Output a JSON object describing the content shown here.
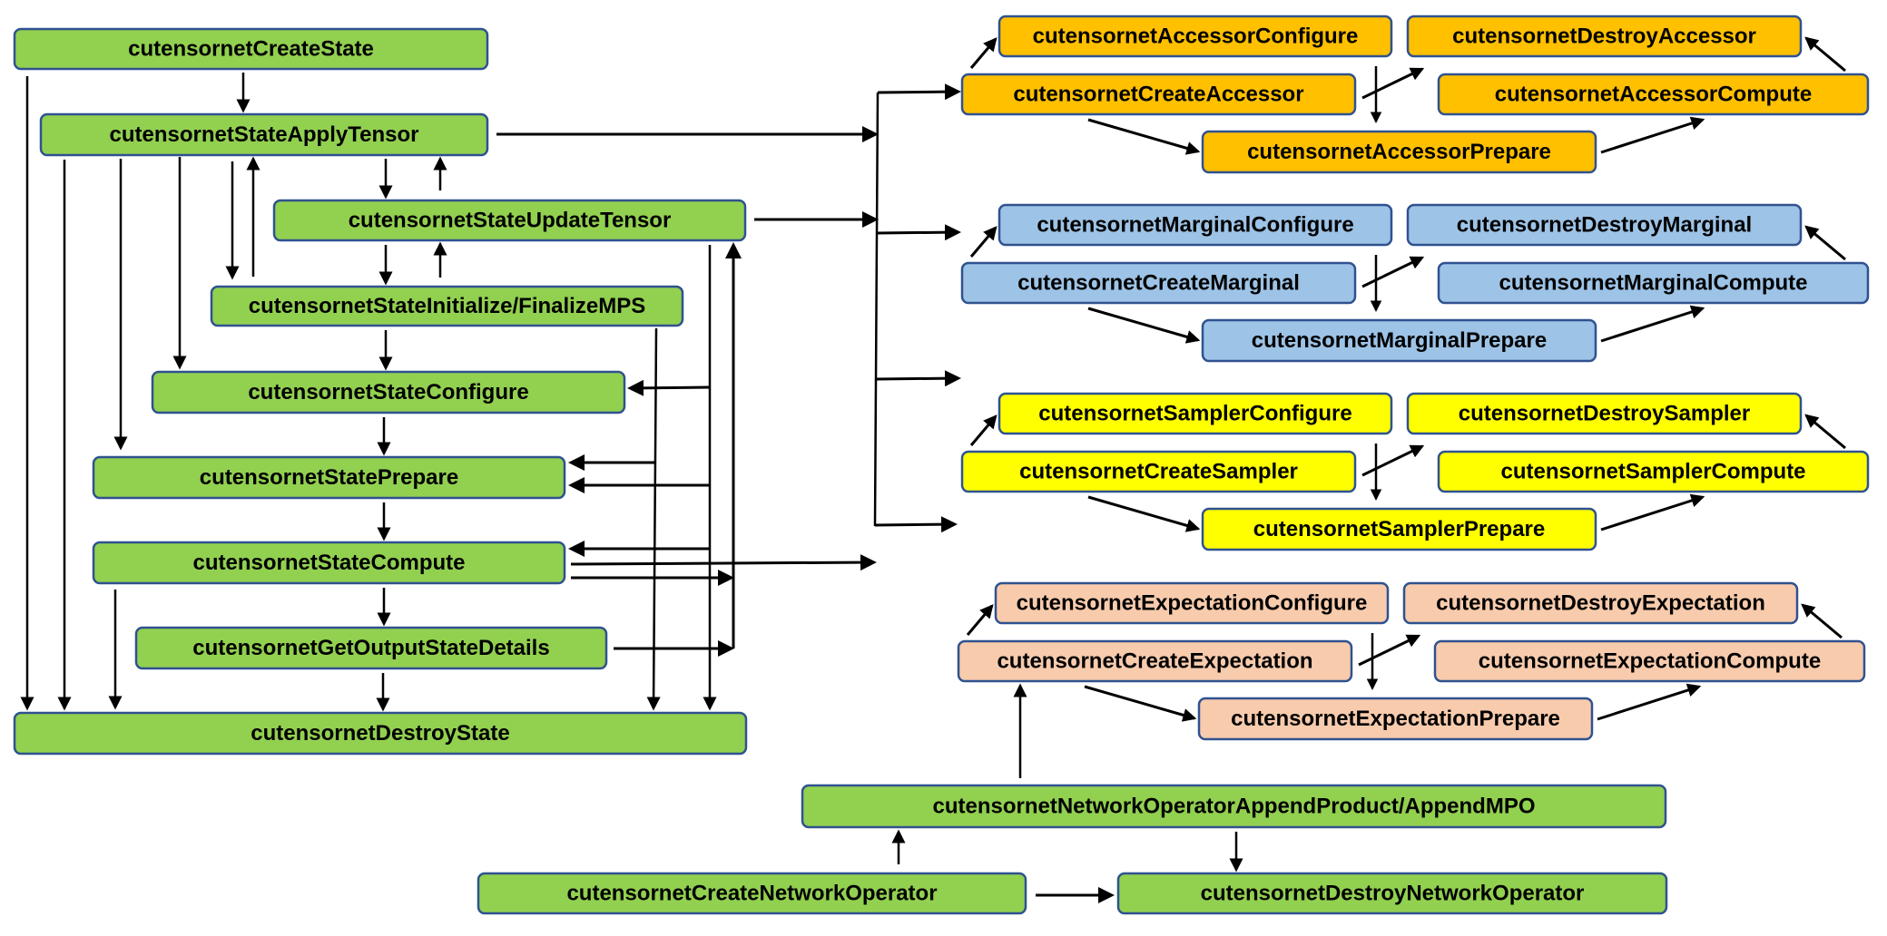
{
  "diagram": {
    "colors": {
      "state": "#92D050",
      "accessor": "#FFC000",
      "marginal": "#9DC3E6",
      "sampler": "#FFFF00",
      "expectation": "#F8CBAD",
      "operator": "#92D050",
      "border": "#2F528F",
      "arrow": "#000000"
    },
    "state_nodes": {
      "create_state": "cutensornetCreateState",
      "apply_tensor": "cutensornetStateApplyTensor",
      "update_tensor": "cutensornetStateUpdateTensor",
      "initialize_finalize_mps": "cutensornetStateInitialize/FinalizeMPS",
      "configure": "cutensornetStateConfigure",
      "prepare": "cutensornetStatePrepare",
      "compute": "cutensornetStateCompute",
      "get_output_state_details": "cutensornetGetOutputStateDetails",
      "destroy_state": "cutensornetDestroyState"
    },
    "groups": [
      {
        "id": "accessor",
        "configure": "cutensornetAccessorConfigure",
        "destroy": "cutensornetDestroyAccessor",
        "create": "cutensornetCreateAccessor",
        "compute": "cutensornetAccessorCompute",
        "prepare": "cutensornetAccessorPrepare"
      },
      {
        "id": "marginal",
        "configure": "cutensornetMarginalConfigure",
        "destroy": "cutensornetDestroyMarginal",
        "create": "cutensornetCreateMarginal",
        "compute": "cutensornetMarginalCompute",
        "prepare": "cutensornetMarginalPrepare"
      },
      {
        "id": "sampler",
        "configure": "cutensornetSamplerConfigure",
        "destroy": "cutensornetDestroySampler",
        "create": "cutensornetCreateSampler",
        "compute": "cutensornetSamplerCompute",
        "prepare": "cutensornetSamplerPrepare"
      },
      {
        "id": "expectation",
        "configure": "cutensornetExpectationConfigure",
        "destroy": "cutensornetDestroyExpectation",
        "create": "cutensornetCreateExpectation",
        "compute": "cutensornetExpectationCompute",
        "prepare": "cutensornetExpectationPrepare"
      }
    ],
    "operator_nodes": {
      "append_product": "cutensornetNetworkOperatorAppendProduct/AppendMPO",
      "create_operator": "cutensornetCreateNetworkOperator",
      "destroy_operator": "cutensornetDestroyNetworkOperator"
    }
  }
}
